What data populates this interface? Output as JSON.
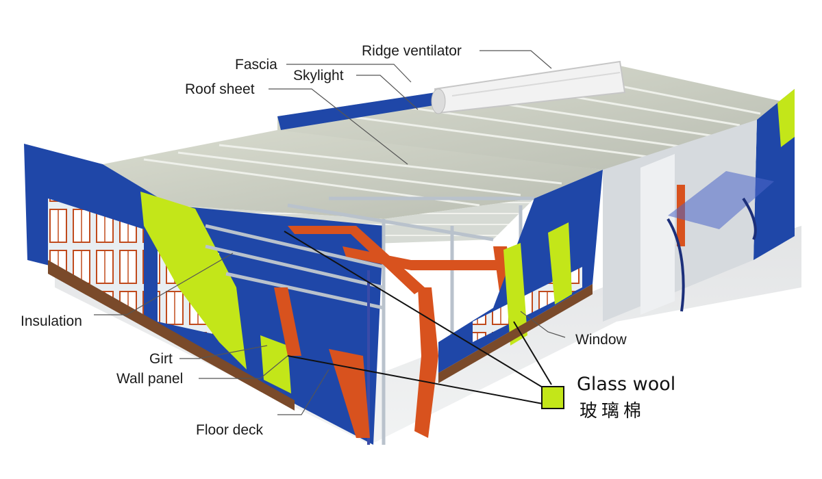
{
  "labels": {
    "ridge_ventilator": "Ridge ventilator",
    "fascia": "Fascia",
    "skylight": "Skylight",
    "roof_sheet": "Roof sheet",
    "insulation": "Insulation",
    "girt": "Girt",
    "wall_panel": "Wall panel",
    "floor_deck": "Floor deck",
    "window": "Window"
  },
  "legend": {
    "name_en": "Glass wool",
    "name_cn": "玻璃棉",
    "swatch_color": "#c3e619"
  },
  "colors": {
    "wall_blue": "#1f47a8",
    "roof_gray": "#c9cdc2",
    "frame_orange": "#d8521e",
    "insulation_green": "#c3e619",
    "brick_base": "#7a4a2a",
    "steel": "#b9c2cc"
  }
}
